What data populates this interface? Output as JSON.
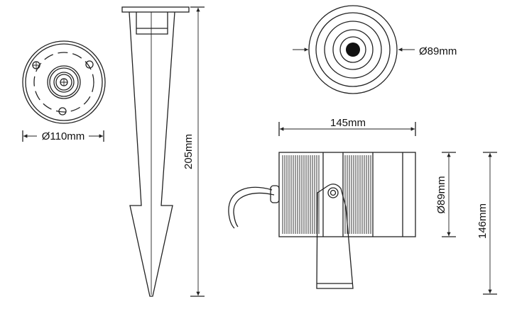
{
  "dimensions": {
    "base_diameter": "Ø110mm",
    "spike_length": "205mm",
    "front_diameter": "Ø89mm",
    "body_length": "145mm",
    "side_diameter": "Ø89mm",
    "total_height": "146mm"
  },
  "colors": {
    "line": "#222222",
    "background": "#ffffff"
  }
}
